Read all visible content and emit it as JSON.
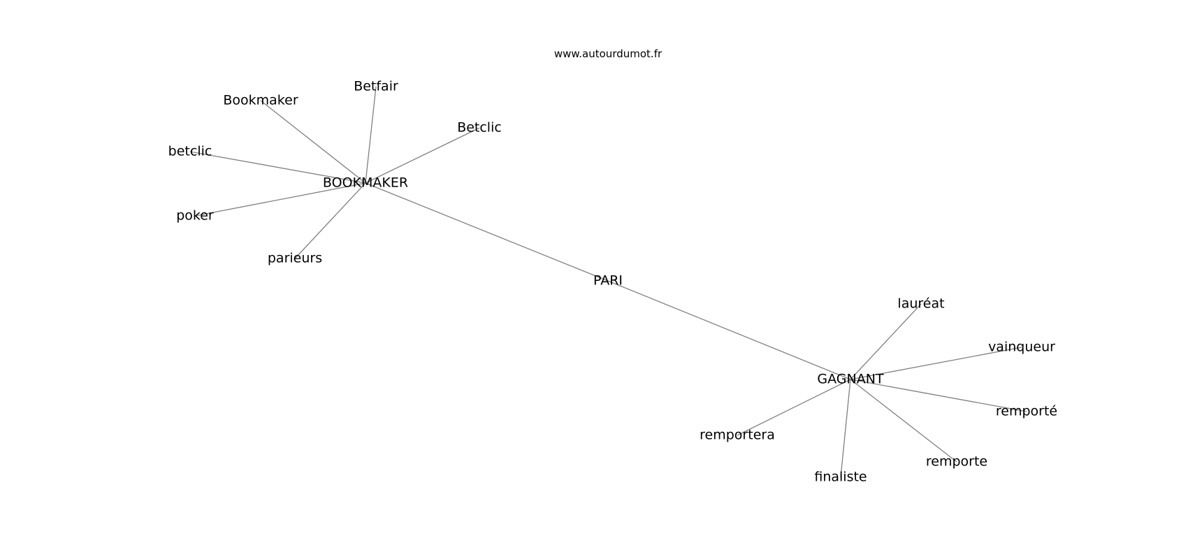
{
  "source": "www.autourdumot.fr",
  "graph": {
    "center": "PARI",
    "nodes": [
      {
        "id": "pari",
        "label": "PARI"
      },
      {
        "id": "bookmaker-hub",
        "label": "BOOKMAKER"
      },
      {
        "id": "gagnant-hub",
        "label": "GAGNANT"
      },
      {
        "id": "betfair",
        "label": "Betfair"
      },
      {
        "id": "bookmaker",
        "label": "Bookmaker"
      },
      {
        "id": "betclic-cap",
        "label": "Betclic"
      },
      {
        "id": "betclic",
        "label": "betclic"
      },
      {
        "id": "poker",
        "label": "poker"
      },
      {
        "id": "parieurs",
        "label": "parieurs"
      },
      {
        "id": "laureat",
        "label": "lauréat"
      },
      {
        "id": "vainqueur",
        "label": "vainqueur"
      },
      {
        "id": "remporte-accent",
        "label": "remporté"
      },
      {
        "id": "remporte",
        "label": "remporte"
      },
      {
        "id": "finaliste",
        "label": "finaliste"
      },
      {
        "id": "remportera",
        "label": "remportera"
      }
    ],
    "edges": [
      [
        "pari",
        "bookmaker-hub"
      ],
      [
        "pari",
        "gagnant-hub"
      ],
      [
        "bookmaker-hub",
        "betfair"
      ],
      [
        "bookmaker-hub",
        "bookmaker"
      ],
      [
        "bookmaker-hub",
        "betclic-cap"
      ],
      [
        "bookmaker-hub",
        "betclic"
      ],
      [
        "bookmaker-hub",
        "poker"
      ],
      [
        "bookmaker-hub",
        "parieurs"
      ],
      [
        "gagnant-hub",
        "laureat"
      ],
      [
        "gagnant-hub",
        "vainqueur"
      ],
      [
        "gagnant-hub",
        "remporte-accent"
      ],
      [
        "gagnant-hub",
        "remporte"
      ],
      [
        "gagnant-hub",
        "finaliste"
      ],
      [
        "gagnant-hub",
        "remportera"
      ]
    ]
  }
}
